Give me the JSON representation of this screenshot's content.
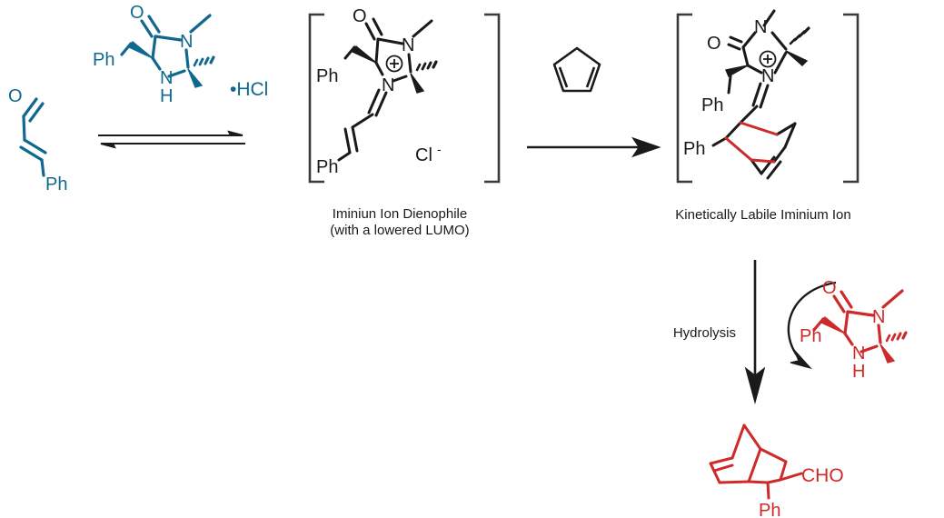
{
  "scheme": {
    "title_absent": true,
    "colors": {
      "catalyst_blue": "#10688f",
      "catalyst_red": "#cf2a2a",
      "bond_black": "#1a1a1a",
      "background": "#ffffff"
    }
  },
  "reactant": {
    "name": "cinnamaldehyde",
    "labels": {
      "carbonyl_o": "O",
      "phenyl": "Ph"
    }
  },
  "catalyst_blue": {
    "name": "imidazolidinone-catalyst",
    "labels": {
      "carbonyl_o": "O",
      "n_methylated": "N",
      "nh_n": "N",
      "nh_h": "H",
      "benzyl": "Ph"
    },
    "salt_label": "•HCl"
  },
  "equilibrium_arrow": {
    "name": "equilibrium-arrow",
    "direction": "bidirectional"
  },
  "iminium_intermediate": {
    "name": "iminium-ion-dienophile",
    "labels": {
      "carbonyl_o": "O",
      "n_methylated": "N",
      "iminium_n": "N",
      "charge": "⊕",
      "benzyl": "Ph",
      "styryl": "Ph",
      "counterion": "Cl",
      "counterion_charge": "-"
    },
    "caption_line1": "Iminiun Ion Dienophile",
    "caption_line2": "(with a lowered LUMO)"
  },
  "diene": {
    "name": "cyclopentadiene",
    "label": ""
  },
  "reaction_arrow": {
    "name": "diels-alder-arrow",
    "direction": "right"
  },
  "adduct_iminium": {
    "name": "kinetically-labile-iminium-ion",
    "labels": {
      "carbonyl_o": "O",
      "n_methylated": "N",
      "iminium_n": "N",
      "charge": "⊕",
      "benzyl": "Ph",
      "aryl": "Ph"
    },
    "caption": "Kinetically Labile Iminium Ion",
    "new_bond_color": "#cf2a2a"
  },
  "hydrolysis": {
    "name": "hydrolysis-step",
    "label": "Hydrolysis",
    "arrow_direction": "down",
    "curved_arrow": "catalyst-regeneration"
  },
  "catalyst_red": {
    "name": "regenerated-catalyst",
    "labels": {
      "carbonyl_o": "O",
      "n_methylated": "N",
      "nh_n": "N",
      "nh_h": "H",
      "benzyl": "Ph"
    }
  },
  "product": {
    "name": "norbornene-carbaldehyde-product",
    "labels": {
      "aldehyde": "CHO",
      "phenyl": "Ph"
    }
  }
}
